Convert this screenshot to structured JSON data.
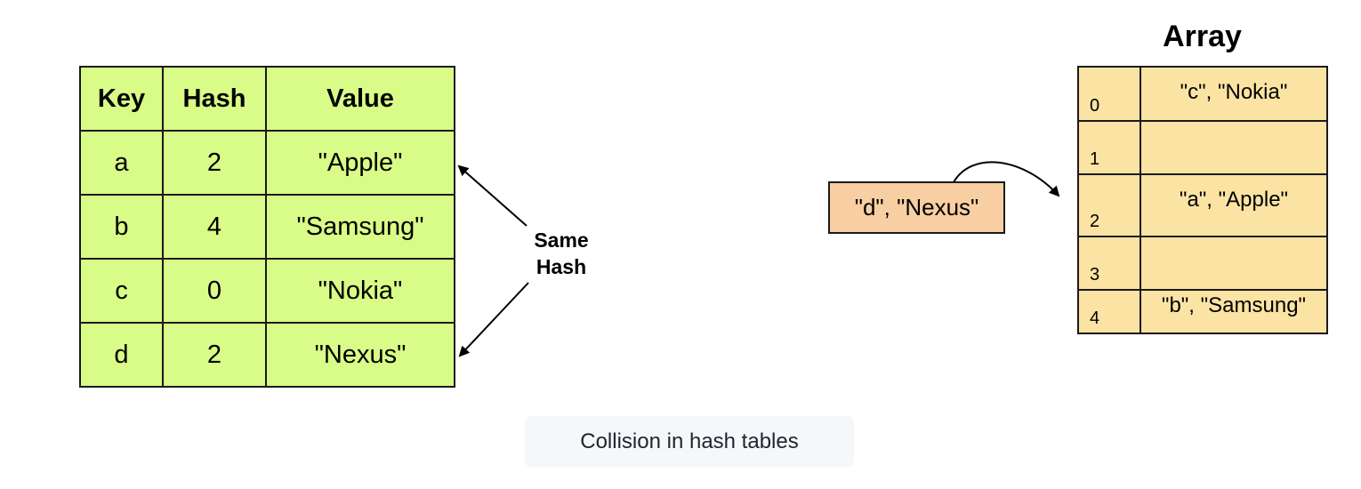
{
  "hash_table": {
    "headers": [
      "Key",
      "Hash",
      "Value"
    ],
    "rows": [
      {
        "key": "a",
        "hash": "2",
        "value": "\"Apple\""
      },
      {
        "key": "b",
        "hash": "4",
        "value": "\"Samsung\""
      },
      {
        "key": "c",
        "hash": "0",
        "value": "\"Nokia\""
      },
      {
        "key": "d",
        "hash": "2",
        "value": "\"Nexus\""
      }
    ]
  },
  "annotation": {
    "line1": "Same",
    "line2": "Hash"
  },
  "incoming_entry": {
    "label": "\"d\", \"Nexus\""
  },
  "array": {
    "title": "Array",
    "slots": [
      {
        "index": "0",
        "value": "\"c\", \"Nokia\""
      },
      {
        "index": "1",
        "value": ""
      },
      {
        "index": "2",
        "value": "\"a\", \"Apple\""
      },
      {
        "index": "3",
        "value": ""
      },
      {
        "index": "4",
        "value": "\"b\", \"Samsung\""
      }
    ]
  },
  "caption": "Collision in hash tables",
  "colors": {
    "table_fill": "#d9fb87",
    "array_fill": "#fbe3a3",
    "entry_fill": "#f8cfa3",
    "caption_bg": "#f6f7f9"
  }
}
